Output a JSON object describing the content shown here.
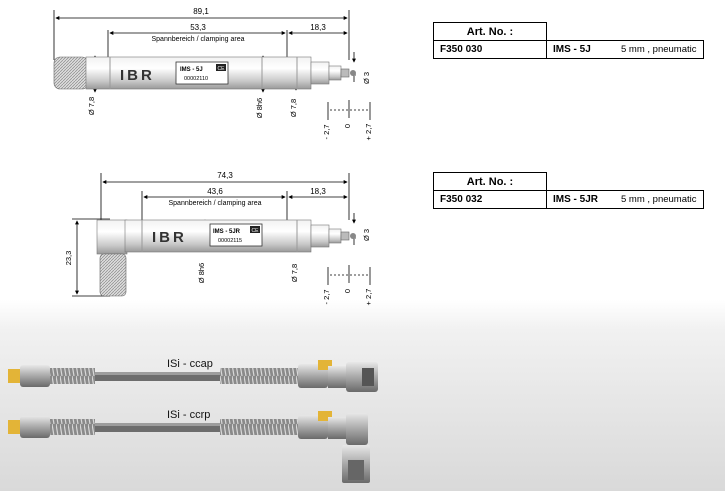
{
  "drawing1": {
    "dim_total": "89,1",
    "dim_clamp": "53,3",
    "clamp_label": "Spannbereich / clamping area",
    "dim_tip": "18,3",
    "dim_d3": "Ø 3",
    "dim_d78_left": "Ø 7,8",
    "dim_d8h6": "Ø 8h6",
    "dim_d78_right": "Ø 7,8",
    "tol_minus": "- 2,7",
    "tol_zero": "0",
    "tol_plus": "+ 2,7",
    "logo": "IBR",
    "tag_model": "IMS - 5J",
    "tag_ce": "CE",
    "tag_serial": "00002110"
  },
  "drawing2": {
    "dim_total": "74,3",
    "dim_clamp": "43,6",
    "clamp_label": "Spannbereich / clamping area",
    "dim_tip": "18,3",
    "dim_d3": "Ø 3",
    "dim_height": "23,3",
    "dim_d8h6": "Ø 8h6",
    "dim_d78": "Ø 7,8",
    "tol_minus": "- 2,7",
    "tol_zero": "0",
    "tol_plus": "+ 2,7",
    "logo": "IBR",
    "tag_model": "IMS - 5JR",
    "tag_ce": "CE",
    "tag_serial": "00002115"
  },
  "table1": {
    "header": "Art. No. :",
    "art_no": "F350 030",
    "model": "IMS - 5J",
    "spec": "5 mm ,  pneumatic"
  },
  "table2": {
    "header": "Art. No. :",
    "art_no": "F350 032",
    "model": "IMS - 5JR",
    "spec": "5 mm ,  pneumatic"
  },
  "cables": {
    "label_top": "ISi - ccap",
    "label_bottom": "ISi - ccrp"
  }
}
